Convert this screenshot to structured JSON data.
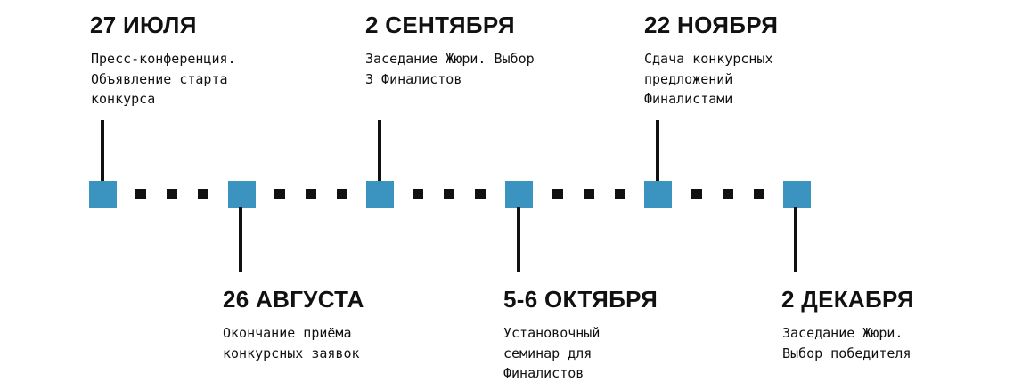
{
  "colors": {
    "marker": "#3b93bf",
    "ink": "#111111"
  },
  "milestones": [
    {
      "date": "27 ИЮЛЯ",
      "description": "Пресс-конференция.\nОбъявление старта\nконкурса"
    },
    {
      "date": "26 АВГУСТА",
      "description": "Окончание приёма\nконкурсных заявок"
    },
    {
      "date": "2 СЕНТЯБРЯ",
      "description": "Заседание Жюри. Выбор\n3 Финалистов"
    },
    {
      "date": "5-6 ОКТЯБРЯ",
      "description": "Установочный\nсеминар для\nФиналистов"
    },
    {
      "date": "22 НОЯБРЯ",
      "description": "Сдача конкурсных\nпредложений\nФиналистами"
    },
    {
      "date": "2 ДЕКАБРЯ",
      "description": "Заседание Жюри.\nВыбор победителя"
    }
  ]
}
